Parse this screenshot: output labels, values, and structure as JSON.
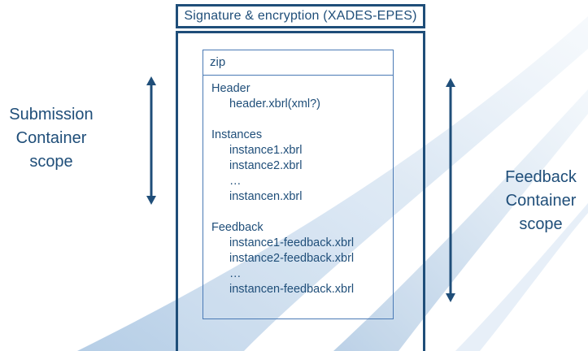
{
  "outer_title": "Signature & encryption (XADES-EPES)",
  "zip": {
    "label": "zip",
    "groups": [
      {
        "title": "Header",
        "items": [
          "header.xbrl(xml?)"
        ]
      },
      {
        "title": "Instances",
        "items": [
          "instance1.xbrl",
          "instance2.xbrl",
          "…",
          "instancen.xbrl"
        ]
      },
      {
        "title": "Feedback",
        "items": [
          "instance1-feedback.xbrl",
          "instance2-feedback.xbrl",
          "…",
          "instancen-feedback.xbrl"
        ]
      }
    ]
  },
  "left_scope": {
    "lines": [
      "Submission",
      "Container",
      "scope"
    ]
  },
  "right_scope": {
    "lines": [
      "Feedback",
      "Container",
      "scope"
    ]
  },
  "colors": {
    "text": "#1f4e79",
    "border": "#1f4e79",
    "inner_border": "#4a7ab5",
    "beam": "#6d9ccc"
  }
}
